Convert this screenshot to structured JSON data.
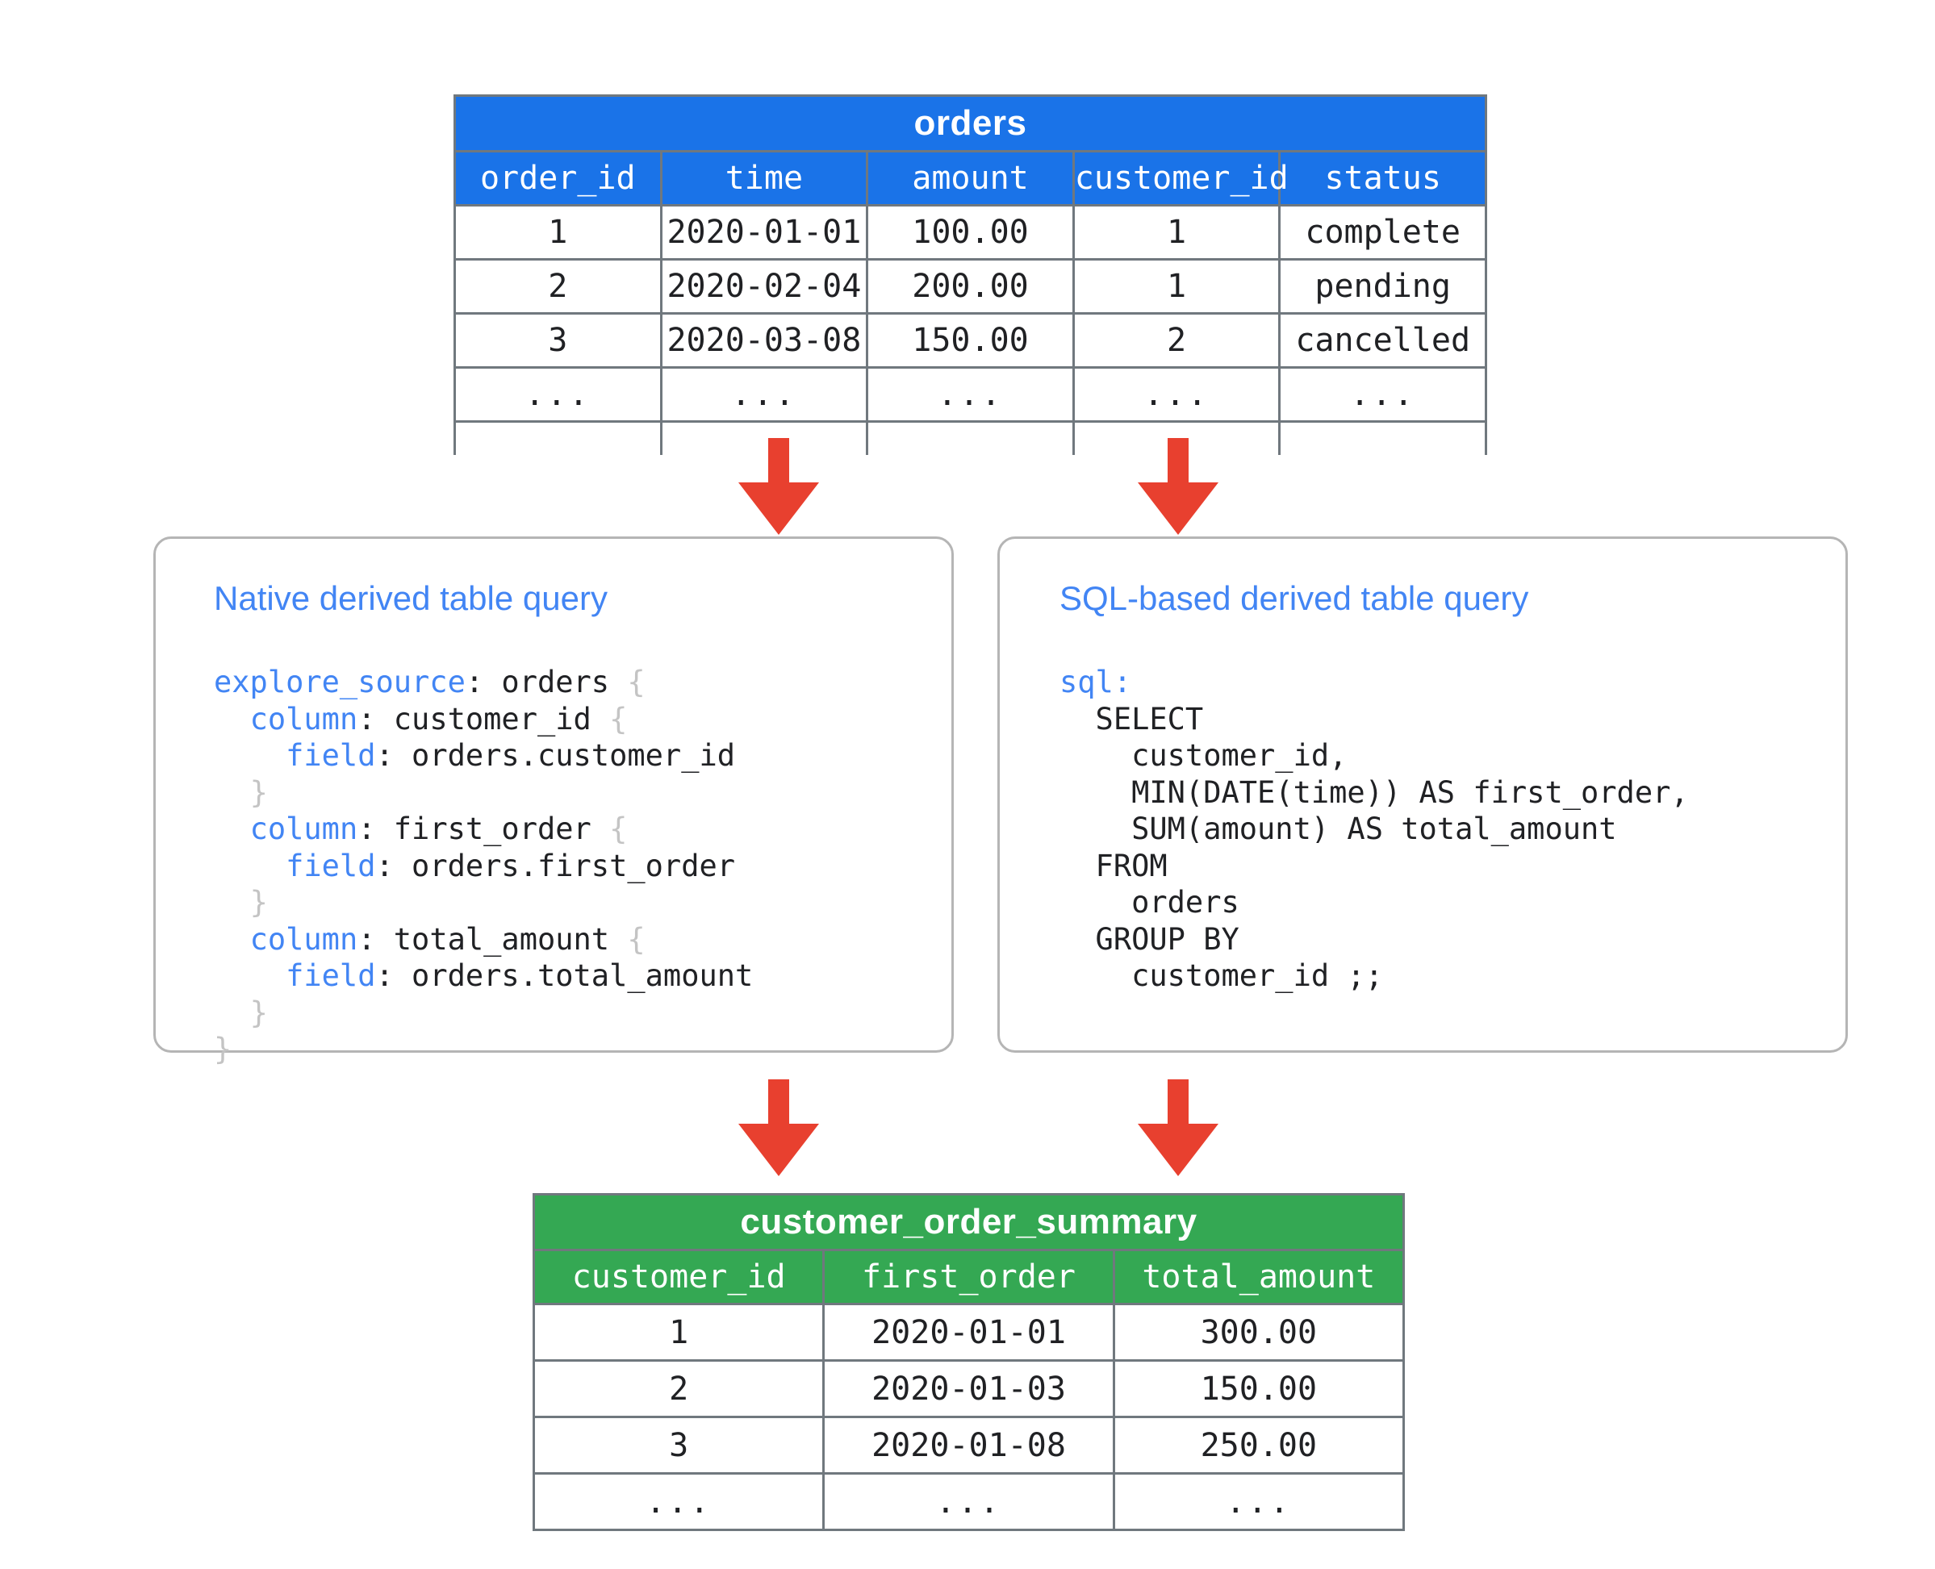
{
  "diagram": {
    "title": "Derived table query flow",
    "colors": {
      "source_table_header": "#1a73e8",
      "result_table_header": "#34a853",
      "arrow": "#e8402f",
      "panel_border": "#b5b5b5",
      "keyword": "#4285f4",
      "brace": "#c4c4c4",
      "table_border": "#70787e"
    }
  },
  "source_table": {
    "name": "orders",
    "columns": [
      "order_id",
      "time",
      "amount",
      "customer_id",
      "status"
    ],
    "rows": [
      [
        "1",
        "2020-01-01",
        "100.00",
        "1",
        "complete"
      ],
      [
        "2",
        "2020-02-04",
        "200.00",
        "1",
        "pending"
      ],
      [
        "3",
        "2020-03-08",
        "150.00",
        "2",
        "cancelled"
      ],
      [
        "...",
        "...",
        "...",
        "...",
        "..."
      ]
    ],
    "has_clipped_row": true
  },
  "result_table": {
    "name": "customer_order_summary",
    "columns": [
      "customer_id",
      "first_order",
      "total_amount"
    ],
    "rows": [
      [
        "1",
        "2020-01-01",
        "300.00"
      ],
      [
        "2",
        "2020-01-03",
        "150.00"
      ],
      [
        "3",
        "2020-01-08",
        "250.00"
      ],
      [
        "...",
        "...",
        "..."
      ]
    ]
  },
  "panels": [
    {
      "id": "native",
      "title": "Native derived table query",
      "code_lines": [
        [
          {
            "t": "explore_source",
            "c": "kw"
          },
          {
            "t": ": orders ",
            "c": "plain"
          },
          {
            "t": "{",
            "c": "brace"
          }
        ],
        [
          {
            "t": "  ",
            "c": "plain"
          },
          {
            "t": "column",
            "c": "kw"
          },
          {
            "t": ": customer_id ",
            "c": "plain"
          },
          {
            "t": "{",
            "c": "brace"
          }
        ],
        [
          {
            "t": "    ",
            "c": "plain"
          },
          {
            "t": "field",
            "c": "kw"
          },
          {
            "t": ": orders.customer_id",
            "c": "plain"
          }
        ],
        [
          {
            "t": "  ",
            "c": "plain"
          },
          {
            "t": "}",
            "c": "brace"
          }
        ],
        [
          {
            "t": "  ",
            "c": "plain"
          },
          {
            "t": "column",
            "c": "kw"
          },
          {
            "t": ": first_order ",
            "c": "plain"
          },
          {
            "t": "{",
            "c": "brace"
          }
        ],
        [
          {
            "t": "    ",
            "c": "plain"
          },
          {
            "t": "field",
            "c": "kw"
          },
          {
            "t": ": orders.first_order",
            "c": "plain"
          }
        ],
        [
          {
            "t": "  ",
            "c": "plain"
          },
          {
            "t": "}",
            "c": "brace"
          }
        ],
        [
          {
            "t": "  ",
            "c": "plain"
          },
          {
            "t": "column",
            "c": "kw"
          },
          {
            "t": ": total_amount ",
            "c": "plain"
          },
          {
            "t": "{",
            "c": "brace"
          }
        ],
        [
          {
            "t": "    ",
            "c": "plain"
          },
          {
            "t": "field",
            "c": "kw"
          },
          {
            "t": ": orders.total_amount",
            "c": "plain"
          }
        ],
        [
          {
            "t": "  ",
            "c": "plain"
          },
          {
            "t": "}",
            "c": "brace"
          }
        ],
        [
          {
            "t": "}",
            "c": "brace"
          }
        ]
      ]
    },
    {
      "id": "sql",
      "title": "SQL-based derived table query",
      "code_lines": [
        [
          {
            "t": "sql",
            "c": "kw"
          },
          {
            "t": ":",
            "c": "kw"
          }
        ],
        [
          {
            "t": "  SELECT",
            "c": "plain"
          }
        ],
        [
          {
            "t": "    customer_id,",
            "c": "plain"
          }
        ],
        [
          {
            "t": "    MIN(DATE(time)) AS first_order,",
            "c": "plain"
          }
        ],
        [
          {
            "t": "    SUM(amount) AS total_amount",
            "c": "plain"
          }
        ],
        [
          {
            "t": "  FROM",
            "c": "plain"
          }
        ],
        [
          {
            "t": "    orders",
            "c": "plain"
          }
        ],
        [
          {
            "t": "  GROUP BY",
            "c": "plain"
          }
        ],
        [
          {
            "t": "    customer_id ;;",
            "c": "plain"
          }
        ]
      ]
    }
  ],
  "arrows": [
    {
      "name": "orders-to-native",
      "from": "orders",
      "to": "native"
    },
    {
      "name": "orders-to-sql",
      "from": "orders",
      "to": "sql"
    },
    {
      "name": "native-to-summary",
      "from": "native",
      "to": "customer_order_summary"
    },
    {
      "name": "sql-to-summary",
      "from": "sql",
      "to": "customer_order_summary"
    }
  ]
}
